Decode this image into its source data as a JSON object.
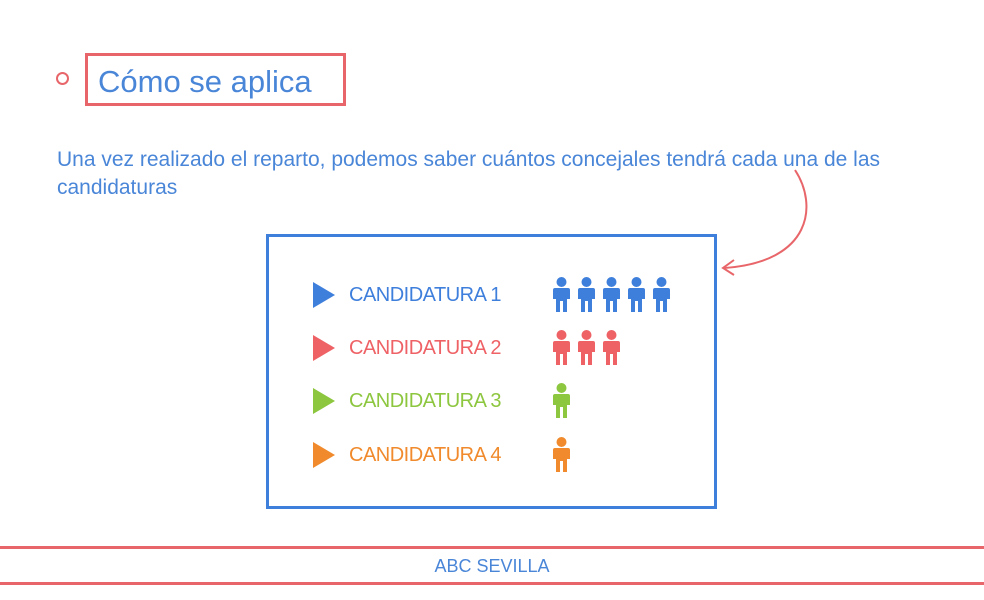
{
  "heading": "Cómo se aplica",
  "description": "Una vez realizado el reparto, podemos saber cuántos concejales tendrá cada una de las candidaturas",
  "candidaturas": [
    {
      "label": "CANDIDATURA 1",
      "concejales": 5,
      "color": "#3f7fdc"
    },
    {
      "label": "CANDIDATURA 2",
      "concejales": 3,
      "color": "#ee6266"
    },
    {
      "label": "CANDIDATURA 3",
      "concejales": 1,
      "color": "#8dc63f"
    },
    {
      "label": "CANDIDATURA 4",
      "concejales": 1,
      "color": "#f08a2c"
    }
  ],
  "footer": "ABC SEVILLA",
  "colors": {
    "accent_red": "#e8666a",
    "text_blue": "#4a86d8"
  }
}
